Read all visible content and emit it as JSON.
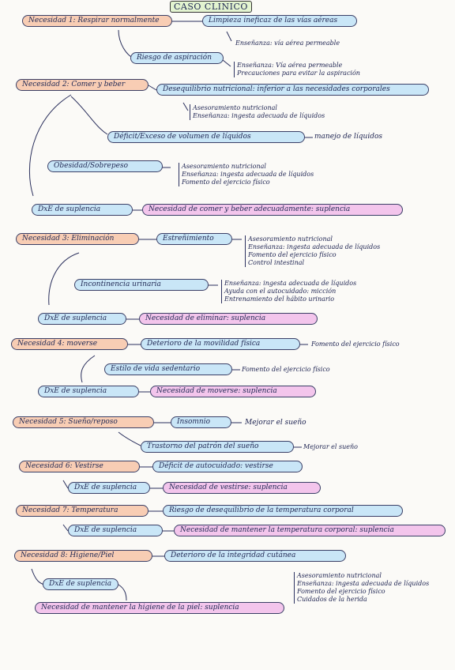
{
  "title": "CASO CLINICO",
  "n1": {
    "need": "Necesidad 1: Respirar normalmente",
    "problem": "Limpieza ineficaz de las vías aéreas",
    "problem_note": "Enseñanza: vía aérea permeable",
    "risk": "Riesgo de aspiración",
    "risk_notes": [
      "Enseñanza: Vía aérea permeable",
      "Precauciones para evitar la aspiración"
    ]
  },
  "n2": {
    "need": "Necesidad 2: Comer y beber",
    "problem": "Desequilibrio nutricional: inferior a las necesidades corporales",
    "problem_notes": [
      "Asesoramiento nutricional",
      "Enseñanza: ingesta adecuada de líquidos"
    ],
    "fluid": "Déficit/Exceso de volumen de líquidos",
    "fluid_note": "manejo de líquidos",
    "obesity": "Obesidad/Sobrepeso",
    "obesity_notes": [
      "Asesoramiento nutricional",
      "Enseñanza: ingesta adecuada de líquidos",
      "Fomento del ejercicio físico"
    ],
    "dxe": "DxE de suplencia",
    "suplencia": "Necesidad de comer y beber adecuadamente: suplencia"
  },
  "n3": {
    "need": "Necesidad 3: Eliminación",
    "problem": "Estreñimiento",
    "problem_notes": [
      "Asesoramiento nutricional",
      "Enseñanza: ingesta adecuada de líquidos",
      "Fomento del ejercicio físico",
      "Control intestinal"
    ],
    "incont": "Incontinencia urinaria",
    "incont_notes": [
      "Enseñanza: ingesta adecuada de líquidos",
      "Ayuda con el autocuidado: micción",
      "Entrenamiento del hábito urinario"
    ],
    "dxe": "DxE de suplencia",
    "suplencia": "Necesidad de eliminar: suplencia"
  },
  "n4": {
    "need": "Necesidad 4: moverse",
    "problem": "Deterioro de la movilidad física",
    "problem_note": "Fomento del ejercicio físico",
    "lifestyle": "Estilo de vida sedentario",
    "lifestyle_note": "Fomento del ejercicio físico",
    "dxe": "DxE de suplencia",
    "suplencia": "Necesidad de moverse: suplencia"
  },
  "n5": {
    "need": "Necesidad 5: Sueño/reposo",
    "problem": "Insomnio",
    "problem_note": "Mejorar el sueño",
    "pattern": "Trastorno del patrón del sueño",
    "pattern_note": "Mejorar el sueño"
  },
  "n6": {
    "need": "Necesidad 6: Vestirse",
    "problem": "Déficit de autocuidado: vestirse",
    "dxe": "DxE de suplencia",
    "suplencia": "Necesidad de vestirse: suplencia"
  },
  "n7": {
    "need": "Necesidad 7: Temperatura",
    "problem": "Riesgo de desequilibrio de la temperatura corporal",
    "dxe": "DxE de suplencia",
    "suplencia": "Necesidad de mantener la temperatura corporal: suplencia"
  },
  "n8": {
    "need": "Necesidad 8: Higiene/Piel",
    "problem": "Deterioro de la integridad cutánea",
    "problem_notes": [
      "Asesoramiento nutricional",
      "Enseñanza: ingesta adecuada de líquidos",
      "Fomento del ejercicio físico",
      "Cuidados de la herida"
    ],
    "dxe": "DxE de suplencia",
    "suplencia": "Necesidad de mantener la higiene de la piel: suplencia"
  }
}
